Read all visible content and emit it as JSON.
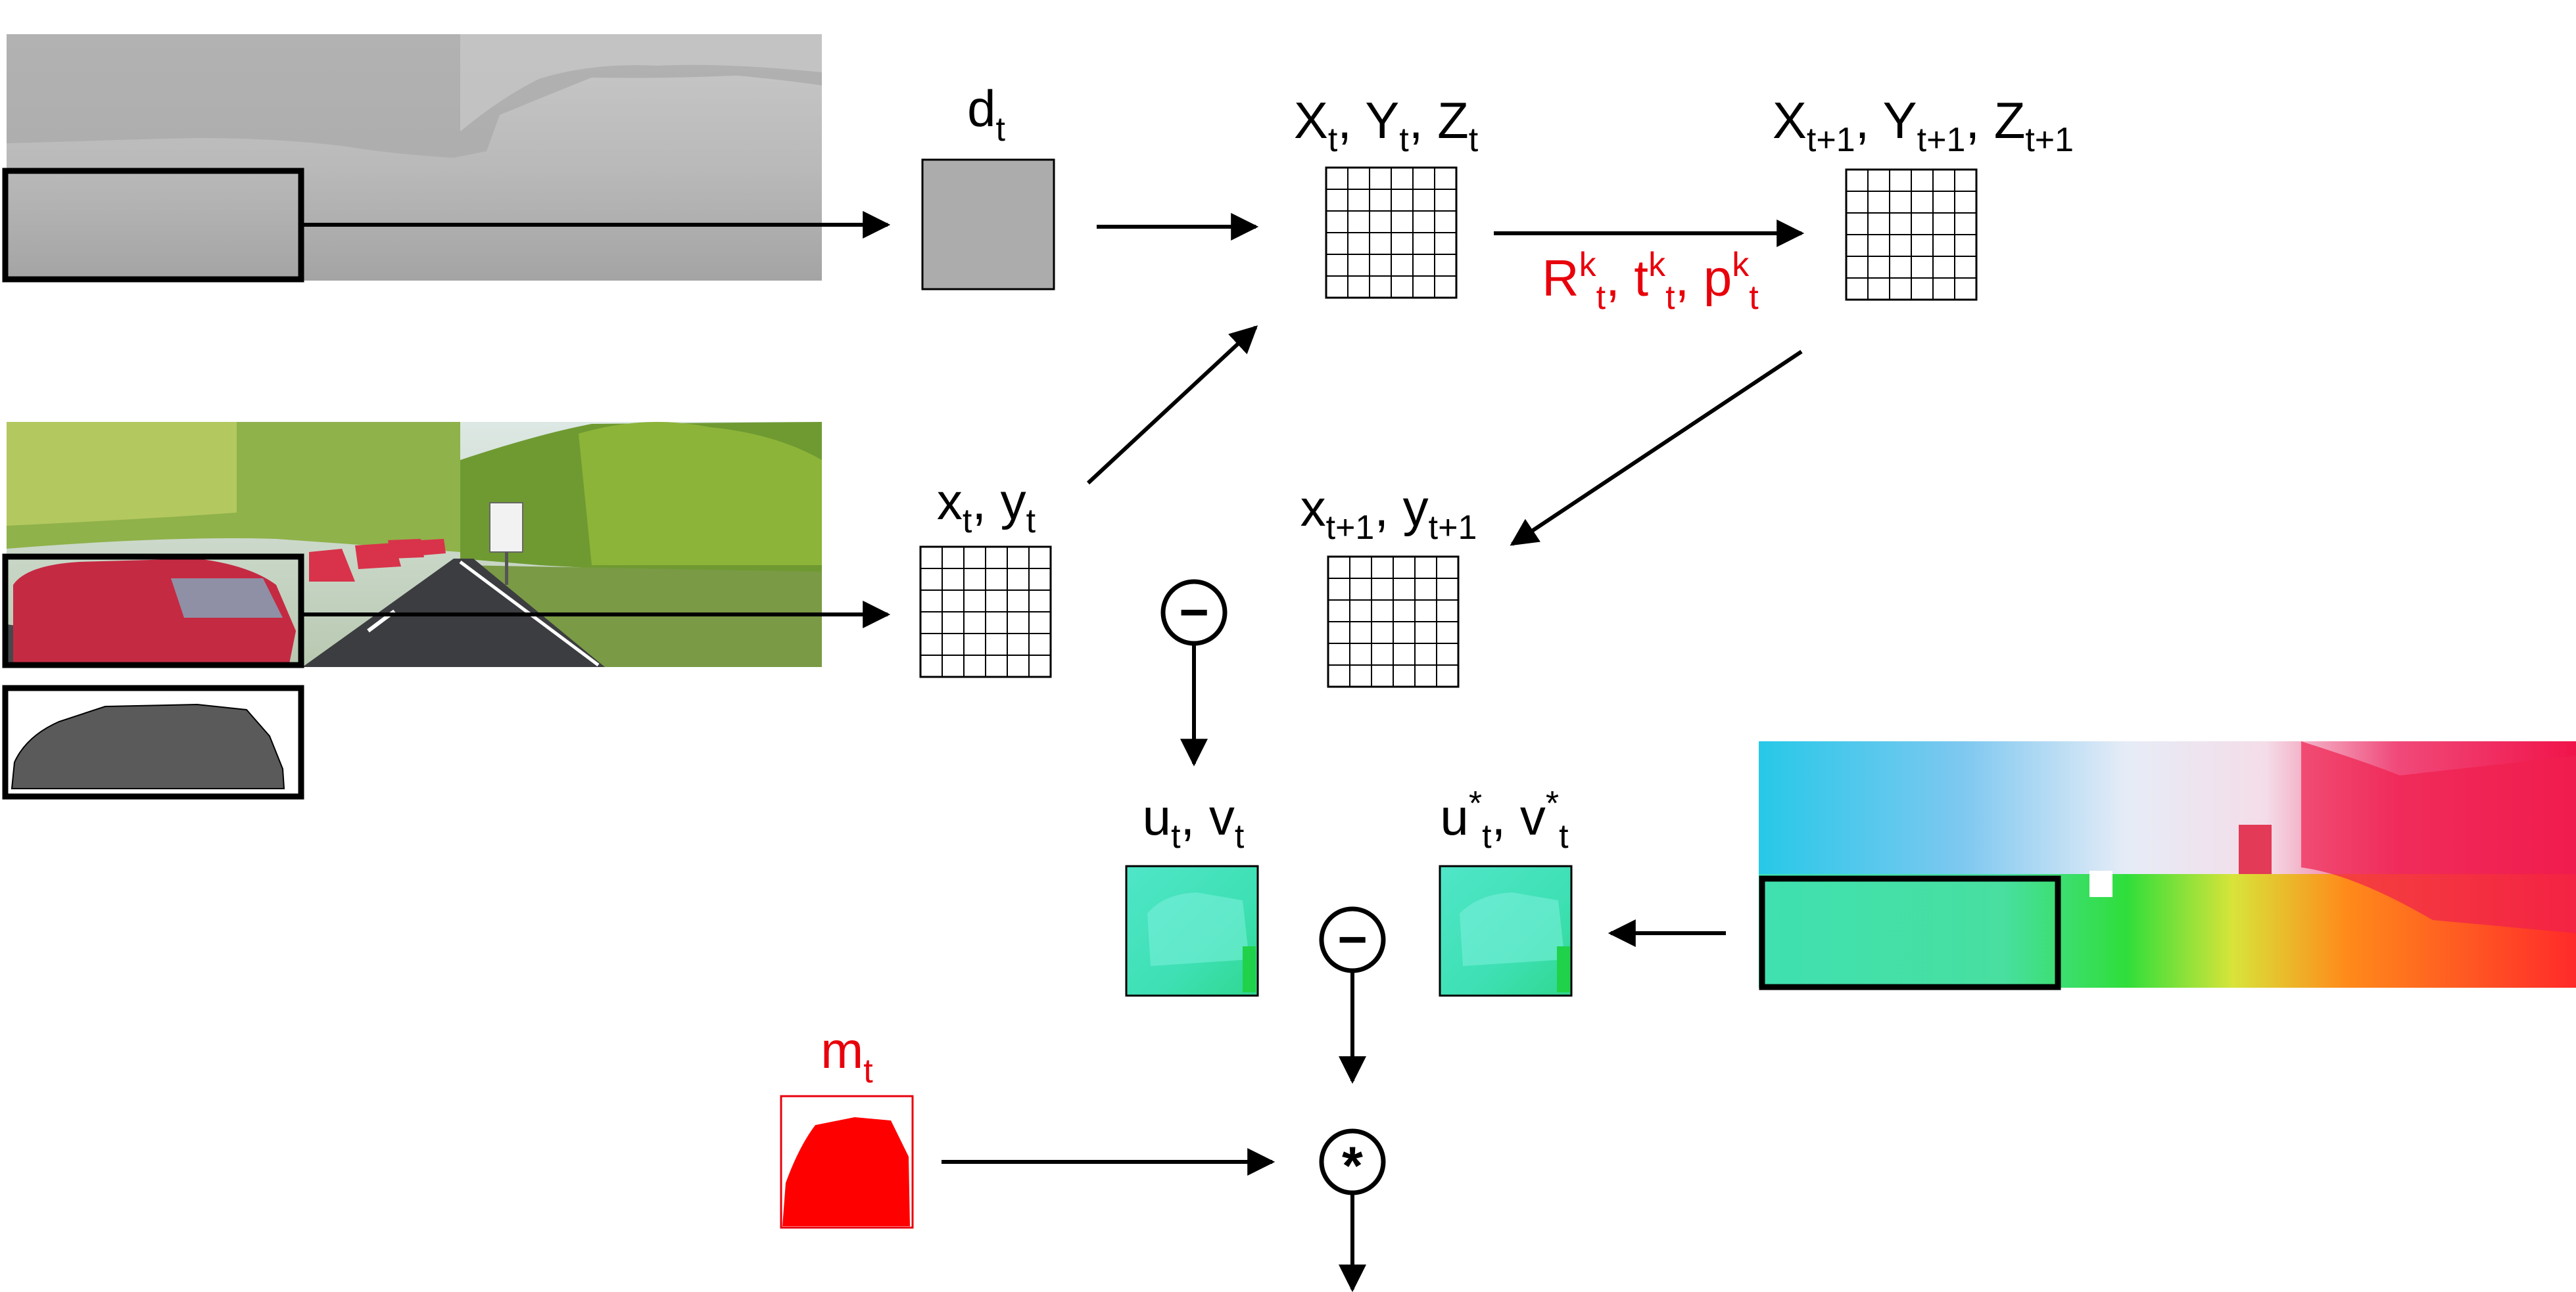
{
  "labels": {
    "depth": {
      "base": "d",
      "sub": "t"
    },
    "world_t": [
      {
        "base": "X",
        "sub": "t",
        "after": ", "
      },
      {
        "base": "Y",
        "sub": "t",
        "after": ", "
      },
      {
        "base": "Z",
        "sub": "t",
        "after": ""
      }
    ],
    "world_t1": [
      {
        "base": "X",
        "sub": "t+1",
        "after": ", "
      },
      {
        "base": "Y",
        "sub": "t+1",
        "after": ", "
      },
      {
        "base": "Z",
        "sub": "t+1",
        "after": ""
      }
    ],
    "motion": [
      {
        "base": "R",
        "sup": "k",
        "sub": "t",
        "after": ", "
      },
      {
        "base": "t",
        "sup": "k",
        "sub": "t",
        "after": ", "
      },
      {
        "base": "p",
        "sup": "k",
        "sub": "t",
        "after": ""
      }
    ],
    "pix_t": [
      {
        "base": "x",
        "sub": "t",
        "after": ", "
      },
      {
        "base": "y",
        "sub": "t",
        "after": ""
      }
    ],
    "pix_t1": [
      {
        "base": "x",
        "sub": "t+1",
        "after": ", "
      },
      {
        "base": "y",
        "sub": "t+1",
        "after": ""
      }
    ],
    "flow_pred": [
      {
        "base": "u",
        "sub": "t",
        "after": ", "
      },
      {
        "base": "v",
        "sub": "t",
        "after": ""
      }
    ],
    "flow_gt": [
      {
        "base": "u",
        "sup": "*",
        "sub": "t",
        "after": ", "
      },
      {
        "base": "v",
        "sup": "*",
        "sub": "t",
        "after": ""
      }
    ],
    "mask": {
      "base": "m",
      "sub": "t"
    }
  },
  "operators": {
    "minus_1": "−",
    "minus_2": "−",
    "multiply": "*"
  },
  "colors": {
    "ink": "#000000",
    "accent_red": "#e8000b",
    "mask_red": "#ff0000",
    "depth_gray": "#b4b4b4",
    "mask_gray": "#5a5a5a",
    "flow_cyan": "#44e0b8",
    "road": "#3e3e40",
    "grass": "#6f8f3a",
    "tree": "#8bb33a",
    "car_red": "#c8243a"
  },
  "icons": {
    "depth_map": "depth-map-image",
    "rgb_frame": "street-scene-with-segmented-cars",
    "instance_mask": "car-silhouette-mask",
    "flow_field": "optical-flow-color-image",
    "grid": "coordinate-grid"
  }
}
